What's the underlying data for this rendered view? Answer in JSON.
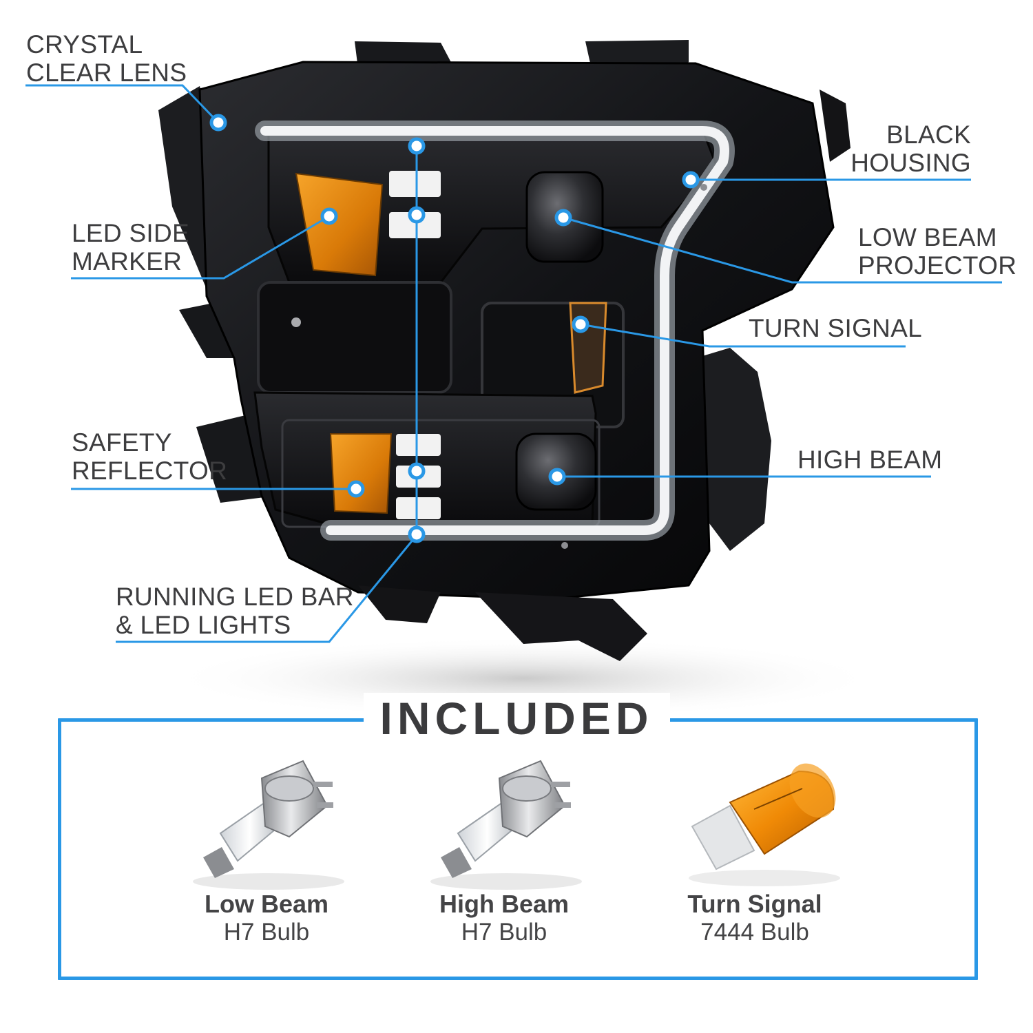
{
  "callouts": {
    "crystal_clear_lens": [
      "CRYSTAL",
      "CLEAR LENS"
    ],
    "led_side_marker": [
      "LED SIDE",
      "MARKER"
    ],
    "safety_reflector": [
      "SAFETY",
      "REFLECTOR"
    ],
    "running_led_bar": [
      "RUNNING LED BAR",
      "& LED LIGHTS"
    ],
    "black_housing": [
      "BLACK",
      "HOUSING"
    ],
    "low_beam_projector": [
      "LOW BEAM",
      "PROJECTOR"
    ],
    "turn_signal": [
      "TURN SIGNAL"
    ],
    "high_beam": [
      "HIGH BEAM"
    ]
  },
  "included": {
    "title": "INCLUDED",
    "items": [
      {
        "name": "Low Beam",
        "type": "H7 Bulb"
      },
      {
        "name": "High Beam",
        "type": "H7 Bulb"
      },
      {
        "name": "Turn Signal",
        "type": "7444 Bulb"
      }
    ]
  },
  "colors": {
    "accent_blue": "#2a98e6",
    "text_gray": "#3d3d3f",
    "amber": "#e88c0c",
    "housing_black": "#141416"
  },
  "icons": [
    "headlight-assembly-icon",
    "h7-halogen-bulb-icon",
    "7444-amber-bulb-icon"
  ]
}
